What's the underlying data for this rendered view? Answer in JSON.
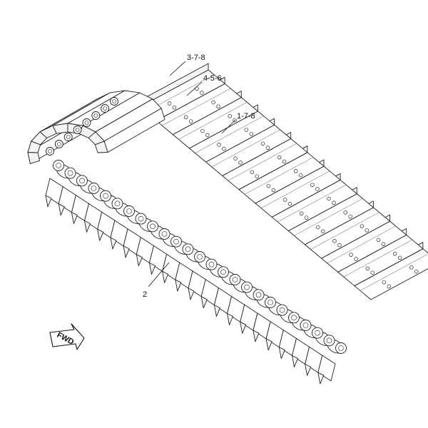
{
  "callouts": [
    {
      "id": "c1",
      "label": "3-7-8"
    },
    {
      "id": "c2",
      "label": "4-5-6"
    },
    {
      "id": "c3",
      "label": "1-7-8"
    },
    {
      "id": "c4",
      "label": "2"
    }
  ],
  "fwd": {
    "label": "FWD"
  }
}
